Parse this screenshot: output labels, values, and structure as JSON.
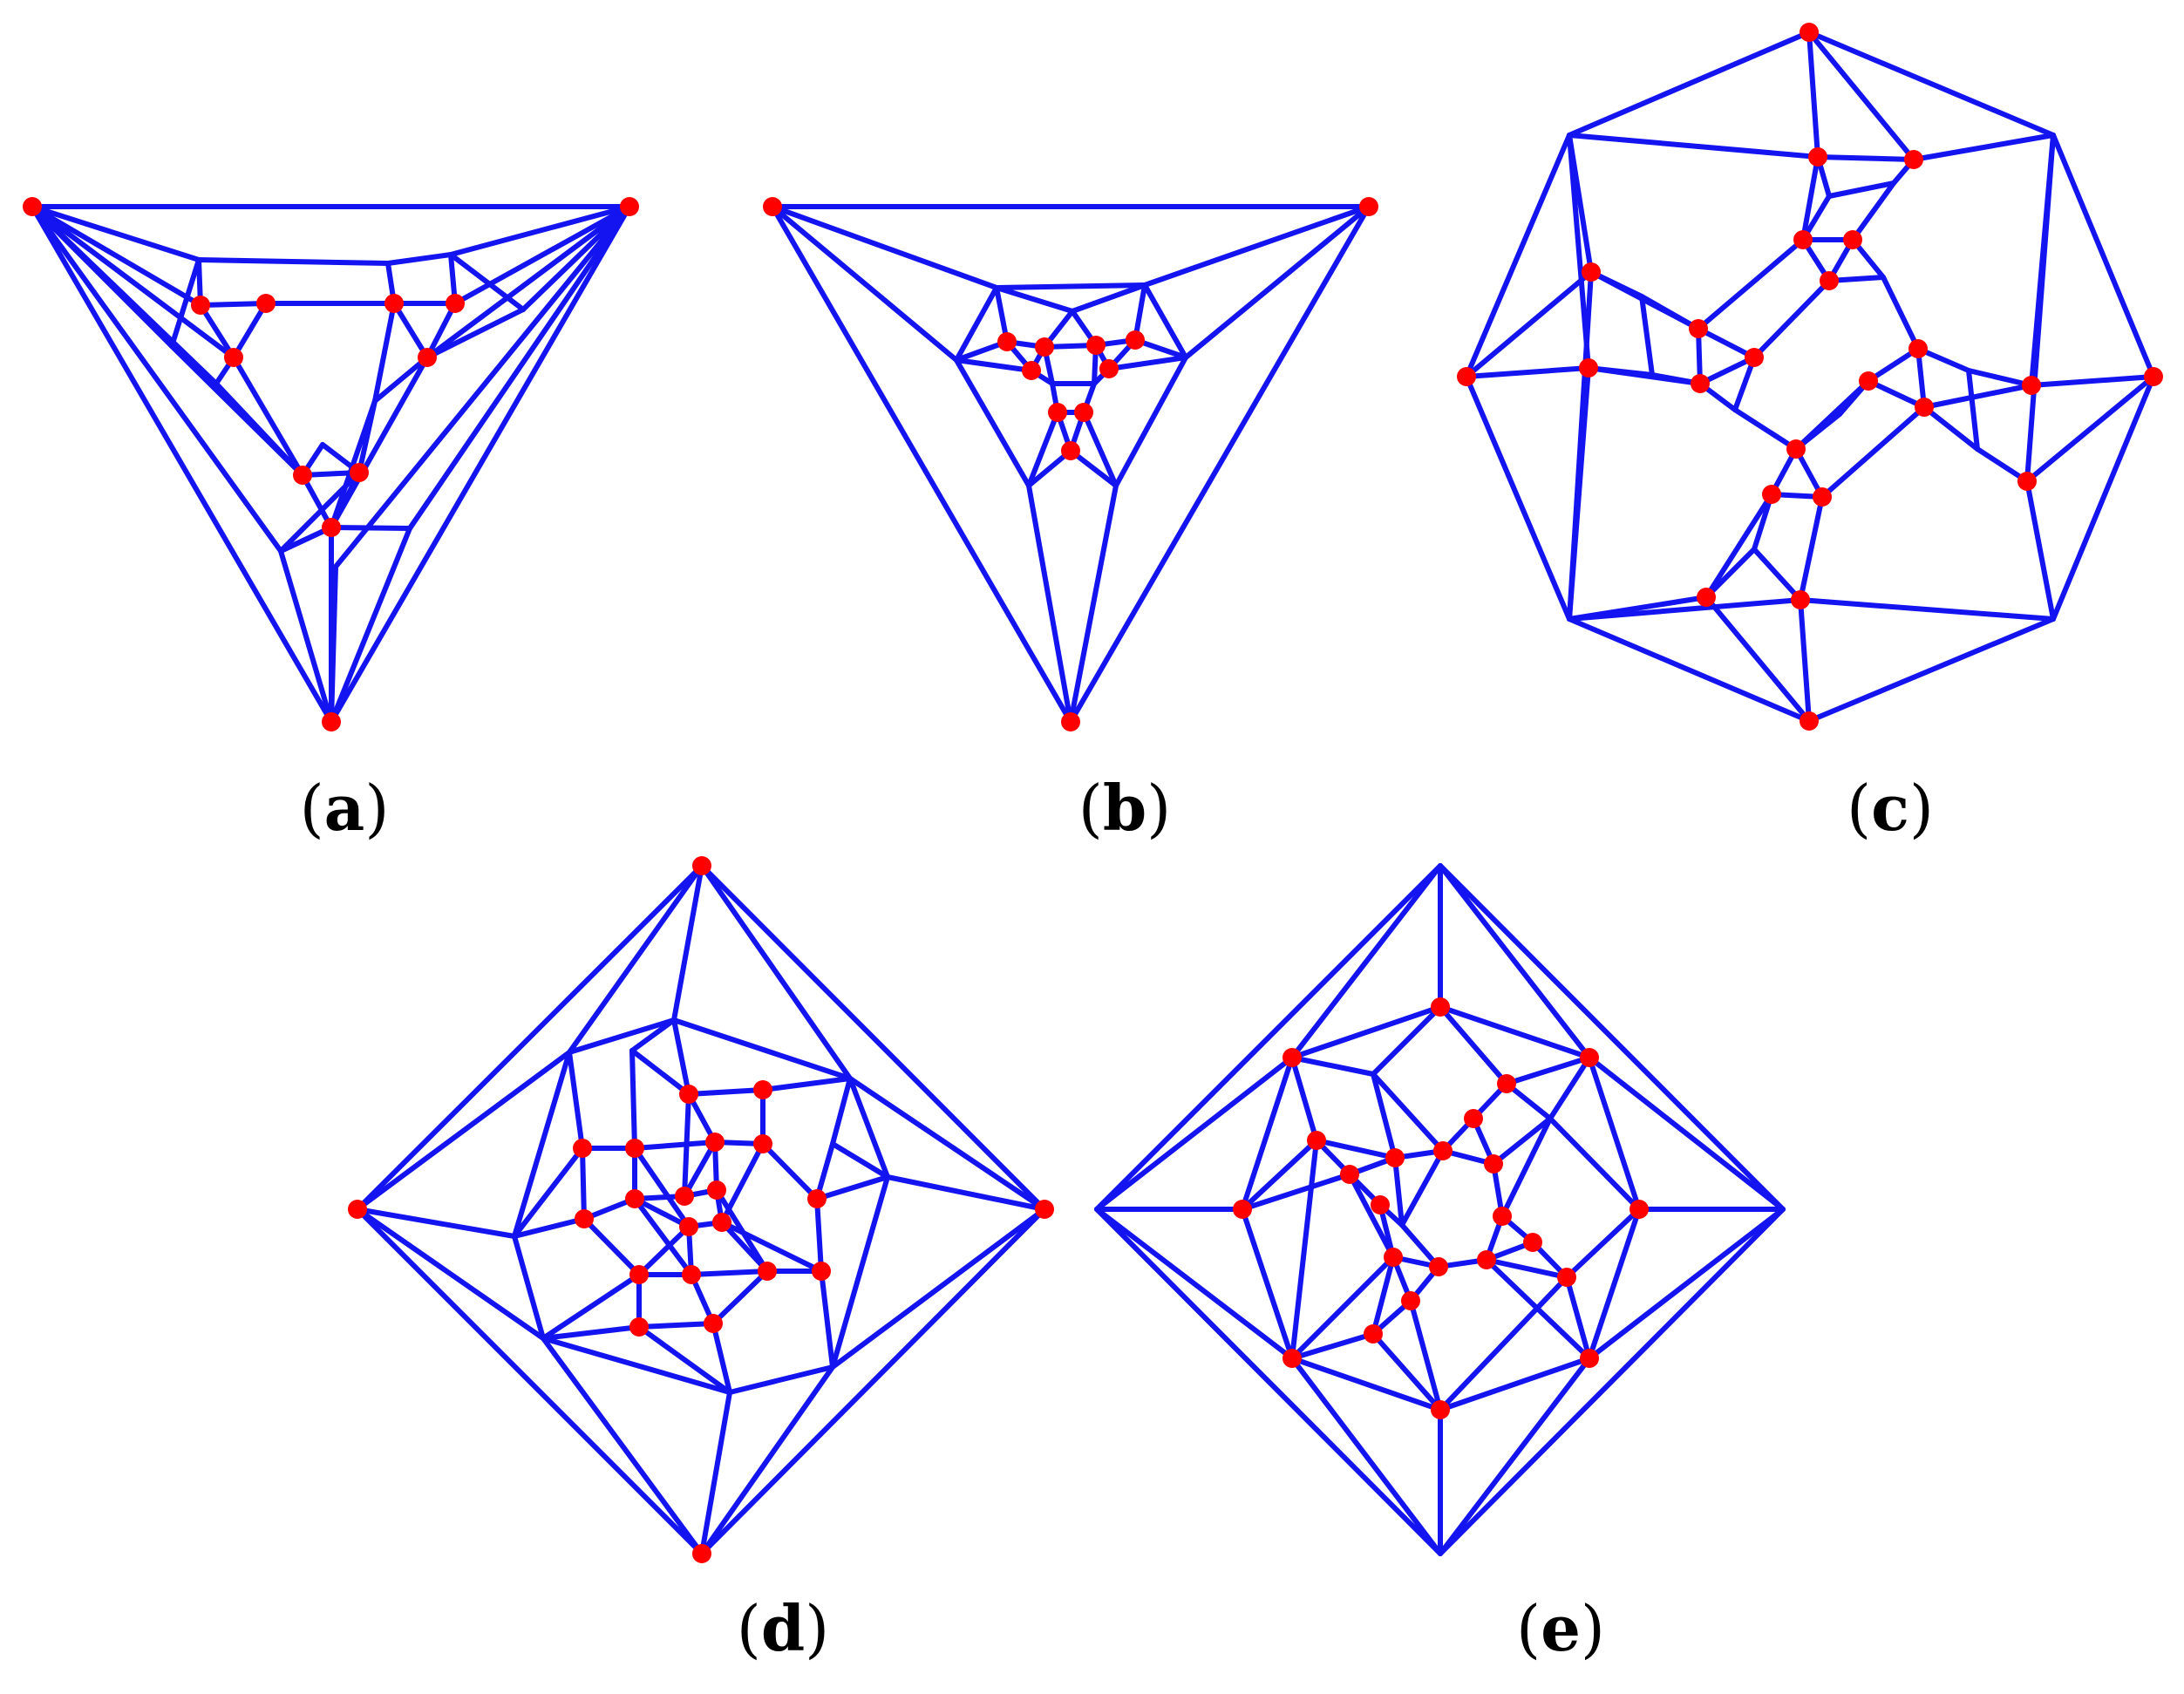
{
  "style": {
    "edge_color": "#1414f0",
    "vertex_color": "#ff0000",
    "background": "#ffffff"
  },
  "panels": [
    {
      "id": "a",
      "caption_open": "(",
      "caption_letter": "a",
      "caption_close": ")"
    },
    {
      "id": "b",
      "caption_open": "(",
      "caption_letter": "b",
      "caption_close": ")"
    },
    {
      "id": "c",
      "caption_open": "(",
      "caption_letter": "c",
      "caption_close": ")"
    },
    {
      "id": "d",
      "caption_open": "(",
      "caption_letter": "d",
      "caption_close": ")"
    },
    {
      "id": "e",
      "caption_open": "(",
      "caption_letter": "e",
      "caption_close": ")"
    }
  ]
}
